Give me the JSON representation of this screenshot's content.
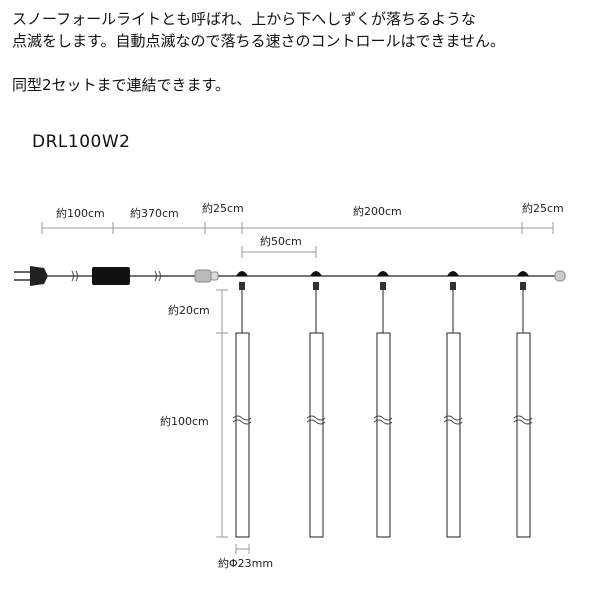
{
  "description": {
    "line1": "スノーフォールライトとも呼ばれ、上から下へしずくが落ちるような",
    "line2": "点滅をします。自動点滅なので落ちる速さのコントロールはできません。",
    "line3": "同型2セットまで連結できます。"
  },
  "model": "DRL100W2",
  "dimensions": {
    "plug_to_controller": "約100cm",
    "controller_to_connector": "約370cm",
    "connector_to_first_drop": "約25cm",
    "drop_section": "約200cm",
    "end_cap": "約25cm",
    "drop_spacing": "約50cm",
    "drop_lead": "約20cm",
    "tube_length": "約100cm",
    "tube_diameter": "約Φ23mm"
  },
  "drop_count": 5
}
